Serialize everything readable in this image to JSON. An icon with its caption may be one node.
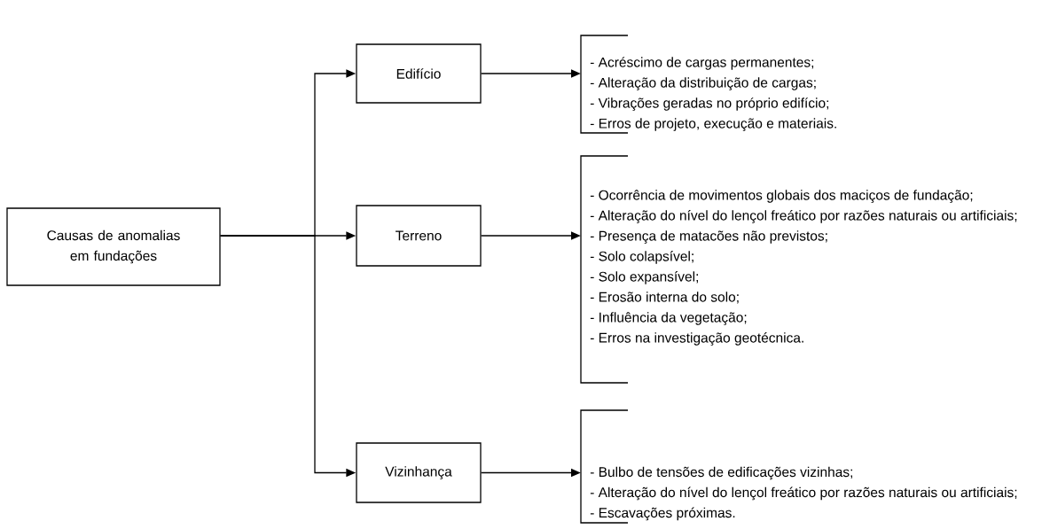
{
  "diagram": {
    "nodes": [
      {
        "text": [
          "Causas de anomalias em fundações"
        ]
      },
      {
        "text": [
          "Edifício"
        ]
      },
      {
        "text": [
          "Terreno"
        ]
      },
      {
        "text": [
          "Vizinhança"
        ]
      },
      {
        "text": [
          "- Acréscimo de cargas permanentes;",
          "- Alteração da distribuição de cargas;",
          "- Vibrações geradas no próprio edifício;",
          "- Erros de projeto, execução e materiais."
        ]
      },
      {
        "text": [
          "- Ocorrência de movimentos globais dos maciços de fundação;",
          "- Alteração do nível do lençol freático por razões naturais ou artificiais;",
          "- Presença de matacões não previstos;",
          "- Solo colapsível;",
          "- Solo expansível;",
          "- Erosão interna do solo;",
          "- Influência da vegetação;",
          "- Erros na investigação geotécnica."
        ]
      },
      {
        "text": [
          "- Bulbo de tensões de edificações vizinhas;",
          "- Alteração do nível do lençol freático por razões naturais ou artificiais;",
          "- Escavações próximas."
        ]
      }
    ],
    "edges": [
      {
        "from": 0,
        "to": 1,
        "arrow": "to"
      },
      {
        "from": 0,
        "to": 2,
        "arrow": "to"
      },
      {
        "from": 0,
        "to": 3,
        "arrow": "to"
      },
      {
        "from": 1,
        "to": 4,
        "arrow": "to"
      },
      {
        "from": 2,
        "to": 5,
        "arrow": "to"
      },
      {
        "from": 3,
        "to": 6,
        "arrow": "to"
      }
    ]
  }
}
